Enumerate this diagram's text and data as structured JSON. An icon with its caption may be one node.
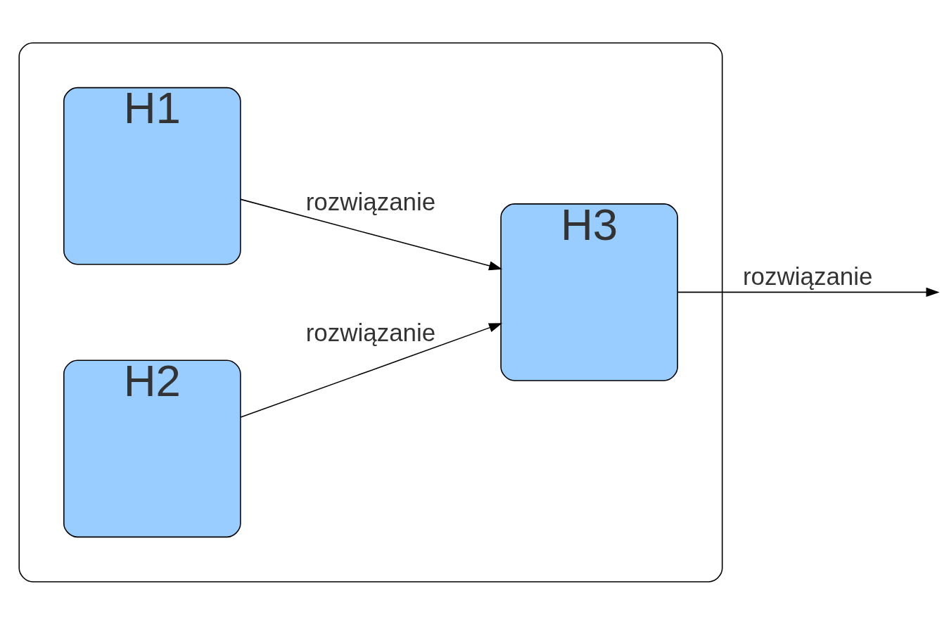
{
  "diagram": {
    "nodes": [
      {
        "text": [],
        "shape": "box"
      },
      {
        "text": [
          "H1"
        ],
        "in": 0
      },
      {
        "text": [
          "H2"
        ],
        "in": 0
      },
      {
        "text": [
          "H3"
        ],
        "in": 0
      }
    ],
    "edges": [
      {
        "from": 1,
        "to": 3,
        "arrow": "to",
        "label": "rozwiązanie"
      },
      {
        "from": 2,
        "to": 3,
        "arrow": "to",
        "label": "rozwiązanie"
      },
      {
        "from": 3,
        "to": null,
        "arrow": "to",
        "label": "rozwiązanie"
      }
    ]
  }
}
